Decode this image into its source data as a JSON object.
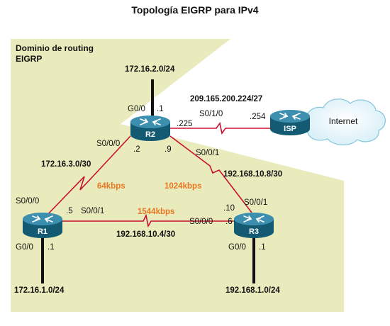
{
  "title": "Topología EIGRP para IPv4",
  "domain": {
    "line1": "Dominio de routing",
    "line2": "EIGRP"
  },
  "colors": {
    "domain_fill": "#e9ebbd",
    "link": "#c8102e",
    "router": "#1f6f8b",
    "bandwidth": "#e87722"
  },
  "routers": [
    {
      "id": "R1",
      "name": "R1"
    },
    {
      "id": "R2",
      "name": "R2"
    },
    {
      "id": "R3",
      "name": "R3"
    },
    {
      "id": "ISP",
      "name": "ISP"
    }
  ],
  "cloud": {
    "label": "Internet"
  },
  "networks": {
    "r2_lan": "172.16.2.0/24",
    "r1_lan": "172.16.1.0/24",
    "r3_lan": "192.168.1.0/24",
    "r1_r2": "172.16.3.0/30",
    "r2_r3": "192.168.10.8/30",
    "r1_r3": "192.168.10.4/30",
    "r2_isp": "209.165.200.224/27"
  },
  "bandwidths": {
    "r1_r2": "64kbps",
    "r2_r3": "1024kbps",
    "r1_r3": "1544kbps"
  },
  "interfaces": {
    "r2_g00": "G0/0",
    "r2_g00_ip": ".1",
    "r2_s010": "S0/1/0",
    "r2_s010_ip": ".225",
    "isp_ip": ".254",
    "r2_s000": "S0/0/0",
    "r2_s000_ip": ".2",
    "r2_s001": "S0/0/1",
    "r2_s001_ip": ".9",
    "r1_s000": "S0/0/0",
    "r1_s000_ip": ".5",
    "r1_s001": "S0/0/1",
    "r1_g00": "G0/0",
    "r1_g00_ip": ".1",
    "r3_s001": "S0/0/1",
    "r3_s001_ip": ".10",
    "r3_s000": "S0/0/0",
    "r3_s000_ip": ".6",
    "r3_g00": "G0/0",
    "r3_g00_ip": ".1"
  }
}
